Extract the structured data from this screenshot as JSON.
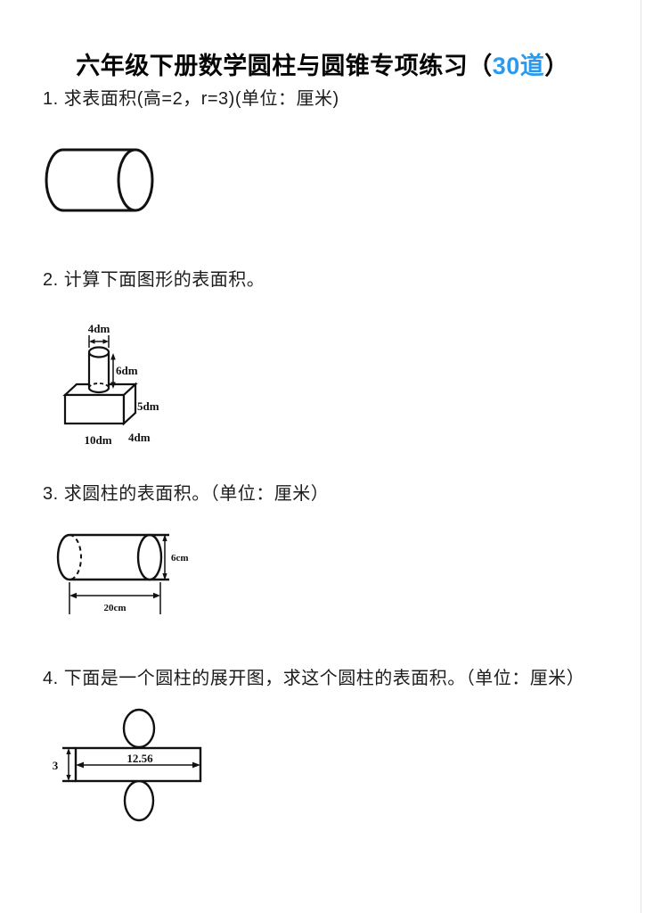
{
  "title": {
    "prefix": "六年级下册数学圆柱与圆锥专项练习（",
    "count": "30道",
    "suffix": "）"
  },
  "questions": {
    "q1": "1. 求表面积(高=2，r=3)(单位：厘米)",
    "q2": "2. 计算下面图形的表面积。",
    "q3": "3. 求圆柱的表面积。（单位：厘米）",
    "q4": "4. 下面是一个圆柱的展开图，求这个圆柱的表面积。（单位：厘米）"
  },
  "fig2": {
    "labels": {
      "diameter": "4dm",
      "cylinder_height": "6dm",
      "box_height": "5dm",
      "box_depth": "4dm",
      "box_width": "10dm"
    }
  },
  "fig3": {
    "labels": {
      "diameter": "6cm",
      "length": "20cm"
    }
  },
  "fig4": {
    "labels": {
      "height": "3",
      "circumference": "12.56"
    }
  },
  "colors": {
    "accent": "#2b99ee",
    "ink": "#111111",
    "background": "#ffffff"
  }
}
